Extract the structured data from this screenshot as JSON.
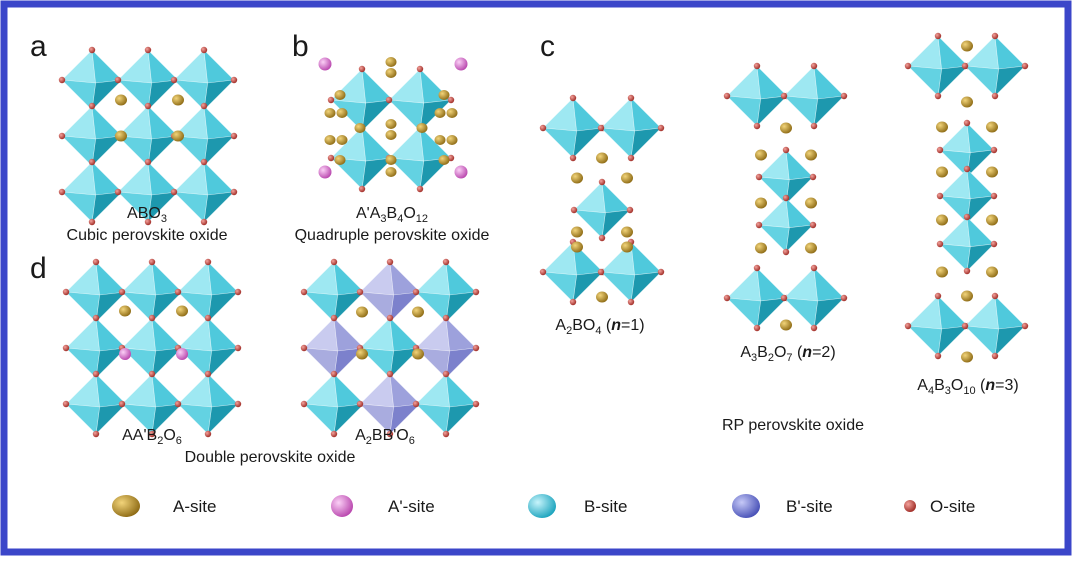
{
  "panels": {
    "a": {
      "letter": "a",
      "formula": [
        "ABO",
        "3"
      ],
      "name": "Cubic perovskite oxide"
    },
    "b": {
      "letter": "b",
      "formula": [
        "A'A",
        "3",
        "B",
        "4",
        "O",
        "12"
      ],
      "name": "Quadruple perovskite oxide"
    },
    "c": {
      "letter": "c",
      "name": "RP perovskite oxide",
      "n1": [
        "A",
        "2",
        "BO",
        "4",
        " (",
        "n",
        "=1)"
      ],
      "n2": [
        "A",
        "3",
        "B",
        "2",
        "O",
        "7",
        " (",
        "n",
        "=2)"
      ],
      "n3": [
        "A",
        "4",
        "B",
        "3",
        "O",
        "10",
        " (",
        "n",
        "=3)"
      ]
    },
    "d": {
      "letter": "d",
      "name": "Double perovskite oxide",
      "left": [
        "AA'B",
        "2",
        "O",
        "6"
      ],
      "right": [
        "A",
        "2",
        "BB'O",
        "6"
      ]
    }
  },
  "legend": [
    {
      "label": "A-site",
      "color": "#c49a2a"
    },
    {
      "label": "A'-site",
      "color": "#e37bd9"
    },
    {
      "label": "B-site",
      "color": "#35c4dc"
    },
    {
      "label": "B'-site",
      "color": "#6f76d6"
    },
    {
      "label": "O-site",
      "color": "#cc4b44"
    }
  ],
  "colors": {
    "border": "#3b46c9",
    "octahedron": "#4cc9dc",
    "octahedron_dark": "#1f97ad",
    "b_prime": "#8f93d8"
  }
}
